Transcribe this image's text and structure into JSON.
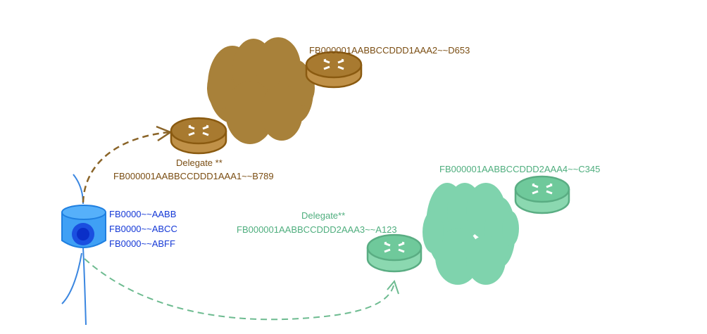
{
  "colors": {
    "brown": "#a8813a",
    "green": "#7fd3ad",
    "blue": "#2d8ff0"
  },
  "server": {
    "icon": "database-server-icon",
    "labels": [
      "FB0000~~AABB",
      "FB0000~~ABCC",
      "FB0000~~ABFF"
    ]
  },
  "brown_group": {
    "delegate_label": "Delegate **",
    "delegate_router": "FB000001AABBCCDDD1AAA1~~B789",
    "remote_router": "FB000001AABBCCDDD1AAA2~~D653"
  },
  "green_group": {
    "delegate_label": "Delegate**",
    "delegate_router": "FB000001AABBCCDDD2AAA3~~A123",
    "remote_router": "FB000001AABBCCDDD2AAA4~~C345"
  }
}
